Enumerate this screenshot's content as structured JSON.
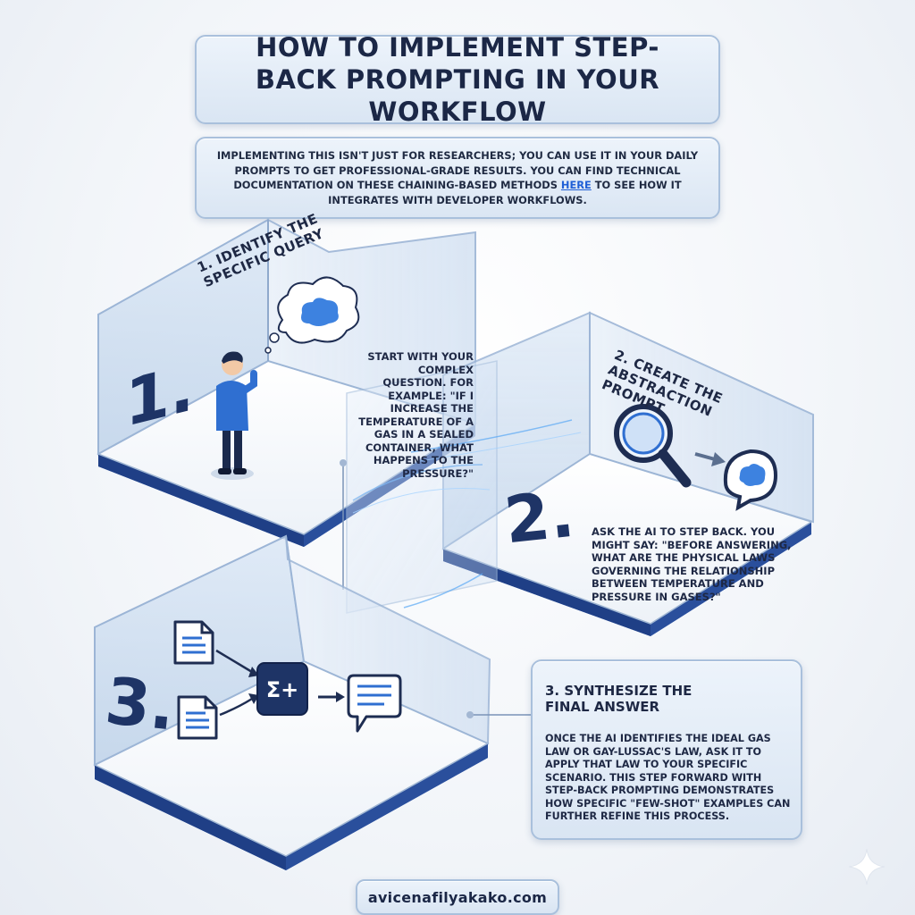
{
  "title": "HOW TO IMPLEMENT STEP-BACK PROMPTING IN YOUR WORKFLOW",
  "intro": {
    "before_link": "IMPLEMENTING THIS ISN'T JUST FOR RESEARCHERS; YOU CAN USE IT IN YOUR DAILY PROMPTS TO GET PROFESSIONAL-GRADE RESULTS. YOU CAN FIND TECHNICAL DOCUMENTATION ON THESE CHAINING-BASED METHODS ",
    "link_text": "HERE",
    "after_link": " TO SEE HOW IT INTEGRATES WITH DEVELOPER WORKFLOWS."
  },
  "steps": [
    {
      "number": "1.",
      "title": "1. IDENTIFY THE SPECIFIC QUERY",
      "body": "START WITH YOUR COMPLEX QUESTION. FOR EXAMPLE: \"IF I INCREASE THE TEMPERATURE OF A GAS IN A SEALED CONTAINER, WHAT HAPPENS TO THE PRESSURE?\""
    },
    {
      "number": "2.",
      "title": "2. CREATE THE ABSTRACTION PROMPT",
      "body": "ASK THE AI TO STEP BACK. YOU MIGHT SAY: \"BEFORE ANSWERING, WHAT ARE THE PHYSICAL LAWS GOVERNING THE RELATIONSHIP BETWEEN TEMPERATURE AND PRESSURE IN GASES?\""
    },
    {
      "number": "3.",
      "title": "3. SYNTHESIZE THE FINAL ANSWER",
      "body": "ONCE THE AI IDENTIFIES THE IDEAL GAS LAW OR GAY-LUSSAC'S LAW, ASK IT TO APPLY THAT LAW TO YOUR SPECIFIC SCENARIO. THIS STEP FORWARD WITH STEP-BACK PROMPTING DEMONSTRATES HOW SPECIFIC \"FEW-SHOT\" EXAMPLES CAN FURTHER REFINE THIS PROCESS."
    }
  ],
  "icons": {
    "sigma_label": "Σ+"
  },
  "footer": "avicenafilyakako.com",
  "colors": {
    "accent_blue": "#2f6fd1",
    "dark_navy": "#1e2d52",
    "panel_border": "#a9c0dc"
  }
}
